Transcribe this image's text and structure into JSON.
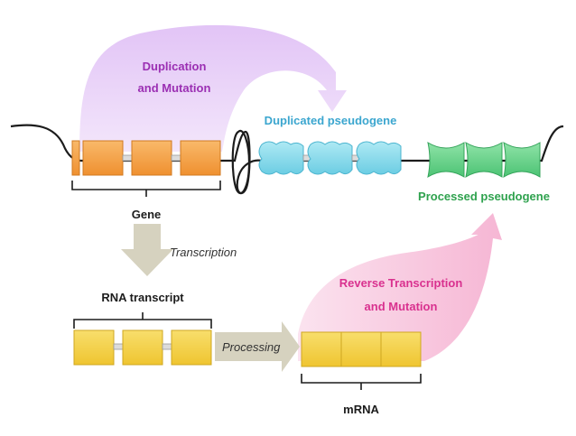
{
  "labels": {
    "duplication_line1": "Duplication",
    "duplication_line2": "and Mutation",
    "duplicated_pseudogene": "Duplicated pseudogene",
    "processed_pseudogene": "Processed pseudogene",
    "gene": "Gene",
    "transcription": "Transcription",
    "rna_transcript": "RNA transcript",
    "processing": "Processing",
    "reverse_line1": "Reverse Transcription",
    "reverse_line2": "and Mutation",
    "mrna": "mRNA"
  },
  "colors": {
    "duplication_text": "#9b2fb3",
    "duplicated_text": "#3ba6cf",
    "processed_text": "#2fa24e",
    "reverse_text": "#d9318f",
    "gene_exon": "#f7a84b",
    "rna_exon": "#f5d24a",
    "pseudo_dup": "#8fdcec",
    "pseudo_proc": "#6fd68f",
    "purple_arrow": "#e9d2f7",
    "pink_arrow": "#f9cfe3",
    "gray_arrow": "#d6d2bf"
  }
}
